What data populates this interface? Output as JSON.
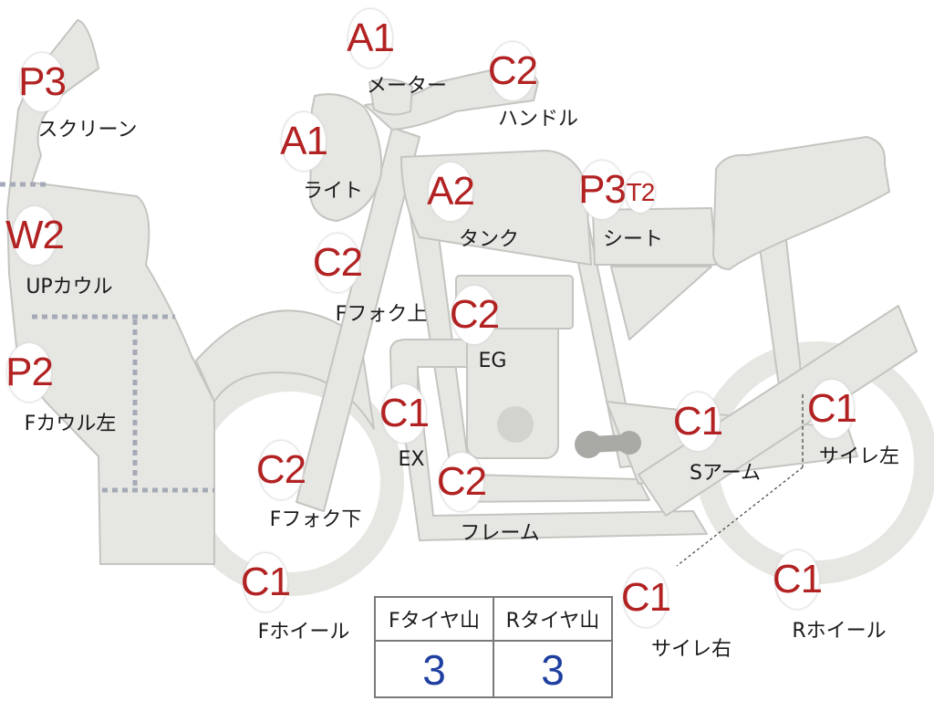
{
  "parts": [
    {
      "id": "screen",
      "grade": "P3",
      "label": "スクリーン"
    },
    {
      "id": "meter",
      "grade": "A1",
      "label": "メーター"
    },
    {
      "id": "handle",
      "grade": "C2",
      "label": "ハンドル"
    },
    {
      "id": "light",
      "grade": "A1",
      "label": "ライト"
    },
    {
      "id": "tank",
      "grade": "A2",
      "label": "タンク"
    },
    {
      "id": "seat",
      "grade": "P3",
      "label": "シート"
    },
    {
      "id": "seat_t",
      "grade": "T2",
      "label": ""
    },
    {
      "id": "upcowl",
      "grade": "W2",
      "label": "UPカウル"
    },
    {
      "id": "ffork_upper",
      "grade": "C2",
      "label": "Fフォク上"
    },
    {
      "id": "eg",
      "grade": "C2",
      "label": "EG"
    },
    {
      "id": "fcowl_left",
      "grade": "P2",
      "label": "Fカウル左"
    },
    {
      "id": "ex",
      "grade": "C1",
      "label": "EX"
    },
    {
      "id": "swingarm",
      "grade": "C1",
      "label": "Sアーム"
    },
    {
      "id": "muffler_left",
      "grade": "C1",
      "label": "サイレ左"
    },
    {
      "id": "ffork_lower",
      "grade": "C2",
      "label": "Fフォク下"
    },
    {
      "id": "frame",
      "grade": "C2",
      "label": "フレーム"
    },
    {
      "id": "fwheel",
      "grade": "C1",
      "label": "Fホイール"
    },
    {
      "id": "muffler_right",
      "grade": "C1",
      "label": "サイレ右"
    },
    {
      "id": "rwheel",
      "grade": "C1",
      "label": "Rホイール"
    }
  ],
  "tire_table": {
    "headers": [
      "Fタイヤ山",
      "Rタイヤ山"
    ],
    "values": [
      "3",
      "3"
    ]
  },
  "colors": {
    "grade_text": "#b22222",
    "tire_value": "#1f3fa0",
    "part_fill": "#e6e6e2",
    "part_stroke": "#c4c4c0"
  }
}
